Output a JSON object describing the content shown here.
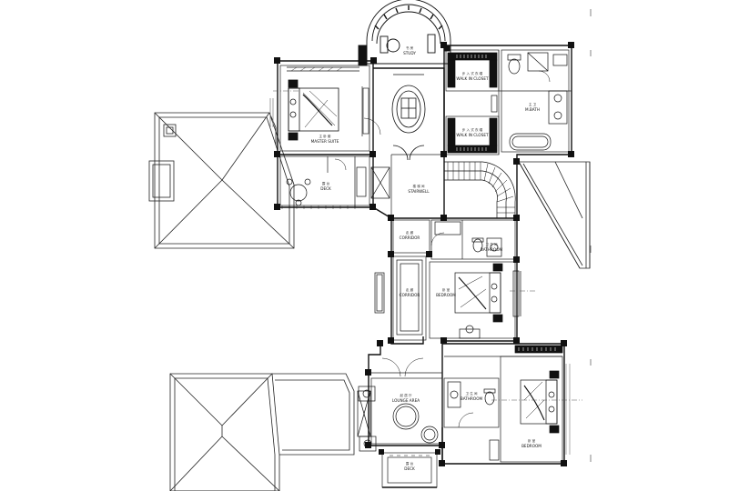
{
  "plan": {
    "rooms": [
      {
        "id": "study",
        "name": "STUDY",
        "cn": "书 房"
      },
      {
        "id": "master-suite",
        "name": "MASTER SUITE",
        "cn": "主 卧 套"
      },
      {
        "id": "walk-in-1",
        "name": "WALK IN CLOSET",
        "cn": "步 入 式 衣 帽"
      },
      {
        "id": "walk-in-2",
        "name": "WALK IN CLOSET",
        "cn": "步 入 式 衣 帽"
      },
      {
        "id": "m-bath",
        "name": "M.BATH",
        "cn": "主 卫"
      },
      {
        "id": "deck-top",
        "name": "DECK",
        "cn": "露 台"
      },
      {
        "id": "stairwell",
        "name": "STAIRWELL",
        "cn": "楼 梯 间"
      },
      {
        "id": "corridor-1",
        "name": "CORRIDOR",
        "cn": "走 廊"
      },
      {
        "id": "bathroom-1",
        "name": "BATHROOM",
        "cn": "卫 生 间"
      },
      {
        "id": "corridor-2",
        "name": "CORRIDOR",
        "cn": "走 廊"
      },
      {
        "id": "bedroom-1",
        "name": "BEDROOM",
        "cn": "卧 室"
      },
      {
        "id": "lounge",
        "name": "LOUNGE AREA",
        "cn": "起 居 厅"
      },
      {
        "id": "bathroom-2",
        "name": "BATHROOM",
        "cn": "卫 生 间"
      },
      {
        "id": "bedroom-2",
        "name": "BEDROOM",
        "cn": "卧 室"
      },
      {
        "id": "deck-bottom",
        "name": "DECK",
        "cn": "露 台"
      }
    ]
  }
}
